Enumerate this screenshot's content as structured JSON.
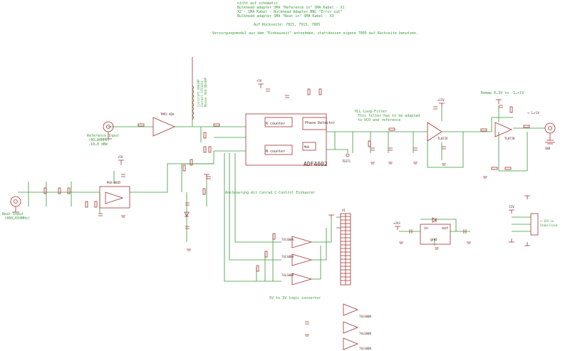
{
  "notes": {
    "header": [
      "nicht auf schematic",
      "  Bulkhead adapter SMA \"Reference in\" SMA Kabel - X1",
      "  X2 - SMA Kabel - Bulkhead Adapter BNC \"Error out\"",
      "  Bulkhead adapter SMA \"Beat in\" SMA Kabel - X3"
    ],
    "rueckseite": "Auf Rückseite: 7815, 7915, 7805",
    "versorgung": "Versorgungsmodul aus dem \"Einbauzeit\" entnehmen, stattdessen eigene 7805 auf Rückseite benutzen.",
    "pll_filter": [
      "PLL-Loop-Filter",
      "This filter has to be adapted",
      "to VCO and reference"
    ],
    "remap": "Remap 0…3V to -1…+1V",
    "ansteuerung": "Ansteuerung mit Conrad C-Control Einbaurer",
    "logic": "5V to 3V logic converter",
    "ref_input": [
      "Reference Input",
      "(40…80MHz)",
      "-10…0 dBm"
    ],
    "beat_input": [
      "Beat Input",
      "(400…650MHz)"
    ],
    "out_range": [
      "+-15V in",
      "Stabilized"
    ],
    "inductor_note": [
      "Coilcraft 0603HP",
      "Farnell 1753293",
      "Mouser 994-0603HP"
    ]
  },
  "components": {
    "ic_main": "ADF4002",
    "ic_main_blocks": [
      "R counter",
      "N counter",
      "Phase Detector",
      "MUX"
    ],
    "amp_ref": "TMP3 ADA",
    "amp_beat": "MSA-0685",
    "opamp1": "TL072A",
    "opamp2": "TL072B",
    "regulator": [
      "in",
      "out",
      "gnd"
    ],
    "logic_gates": [
      "74LS00N",
      "74LS00N",
      "74LS00N"
    ],
    "logic_gates2": [
      "74LS00N",
      "74LS00N",
      "74LS00N"
    ],
    "connector": "X1",
    "testpoint": "TEST1",
    "out_label": "+-1…+1V",
    "vcc_labels": [
      "+5V",
      "+5V",
      "+3V3",
      "+15V",
      "-15V"
    ],
    "gnd": "GND"
  },
  "colors": {
    "wire": "#3a9a3a",
    "symbol": "#a33333",
    "text_dark": "#5a2a2a",
    "background": "#ffffff"
  }
}
